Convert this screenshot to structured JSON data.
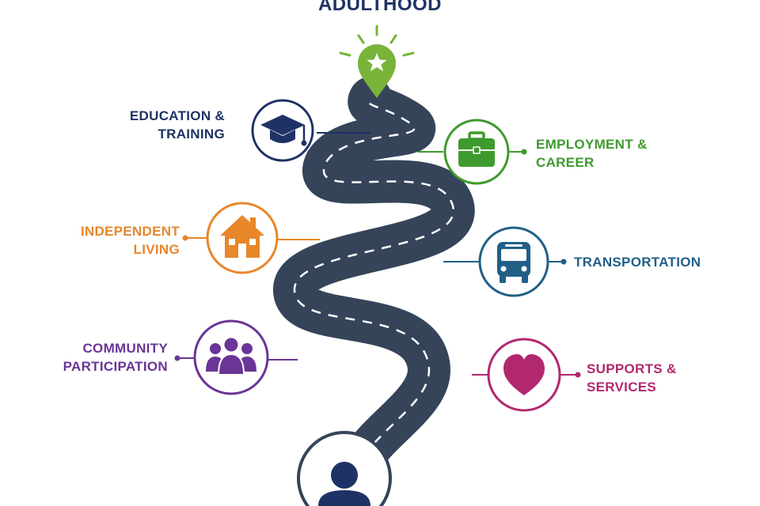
{
  "title": "ADULTHOOD",
  "colors": {
    "road": "#354459",
    "navy": "#1f3266",
    "green": "#3f9a2e",
    "goal": "#79b43a",
    "orange": "#e8862a",
    "teal": "#215f86",
    "purple": "#6a3596",
    "magenta": "#b2286e"
  },
  "areas": {
    "education": {
      "line1": "EDUCATION &",
      "line2": "TRAINING",
      "icon": "graduation-cap-icon"
    },
    "employment": {
      "line1": "EMPLOYMENT &",
      "line2": "CAREER",
      "icon": "briefcase-icon"
    },
    "living": {
      "line1": "INDEPENDENT",
      "line2": "LIVING",
      "icon": "house-icon"
    },
    "transportation": {
      "line1": "TRANSPORTATION",
      "icon": "bus-icon"
    },
    "community": {
      "line1": "COMMUNITY",
      "line2": "PARTICIPATION",
      "icon": "group-icon"
    },
    "supports": {
      "line1": "SUPPORTS &",
      "line2": "SERVICES",
      "icon": "heart-icon"
    }
  },
  "start": {
    "icon": "person-icon"
  },
  "goal": {
    "icon": "star-location-pin-icon"
  }
}
